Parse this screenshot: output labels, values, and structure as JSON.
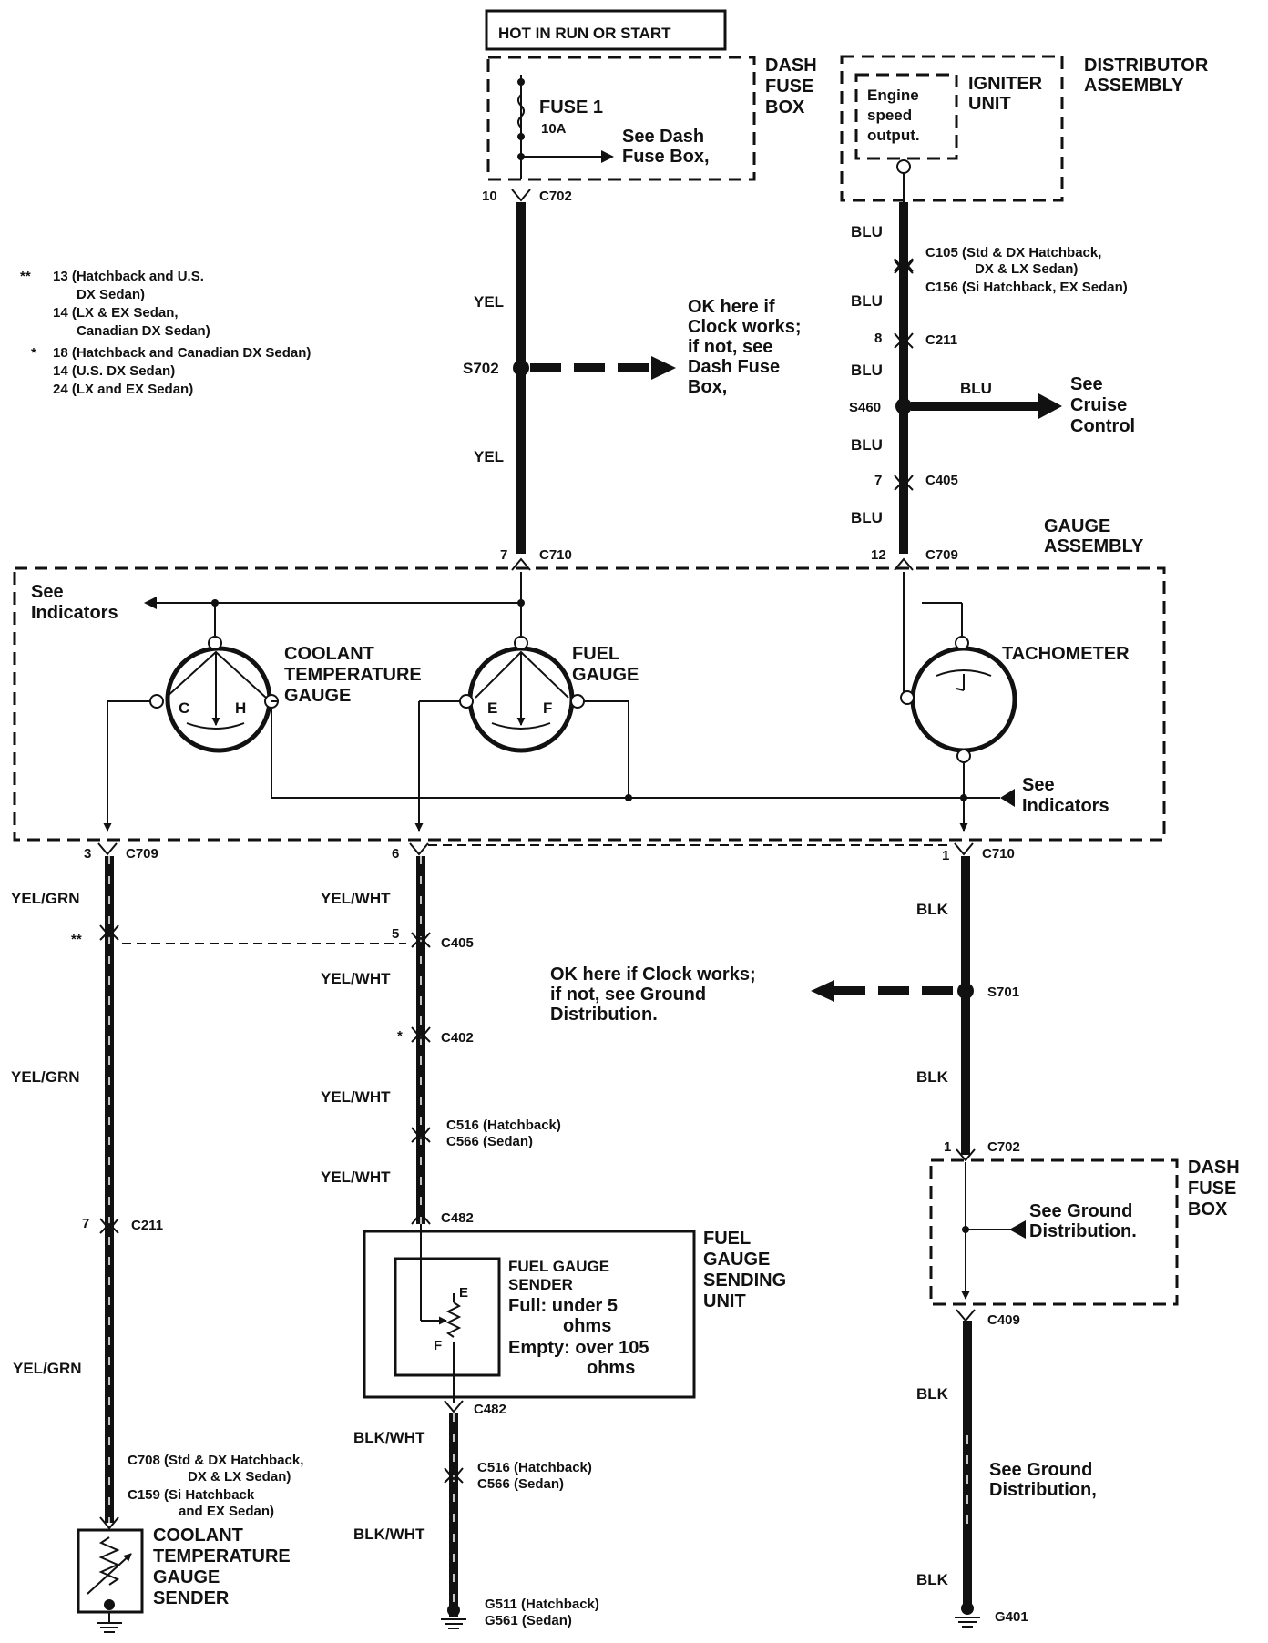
{
  "power": {
    "source": "HOT IN RUN OR START",
    "dash_fuse_box": "DASH FUSE BOX",
    "fuse_name": "FUSE 1",
    "fuse_rating": "10A",
    "see_dash_fuse_box": "See Dash Fuse Box,"
  },
  "distributor": {
    "title": "DISTRIBUTOR ASSEMBLY",
    "igniter": "IGNITER UNIT",
    "engine_speed_output": "Engine speed output."
  },
  "notes": {
    "dstar_mark": "**",
    "dstar_1": "13 (Hatchback and U.S.",
    "dstar_2": "DX Sedan)",
    "dstar_3": "14 (LX & EX Sedan,",
    "dstar_4": "Canadian DX Sedan)",
    "star_mark": "*",
    "star_1": "18 (Hatchback and Canadian DX Sedan)",
    "star_2": "14 (U.S. DX Sedan)",
    "star_3": "24 (LX and EX Sedan)"
  },
  "yel_branch": {
    "pin_c702": "10",
    "c702": "C702",
    "wire_yel_1": "YEL",
    "splice": "S702",
    "ok_note": "OK here if Clock works; if not, see Dash Fuse Box,",
    "wire_yel_2": "YEL",
    "pin_c710": "7",
    "c710": "C710"
  },
  "blu_branch": {
    "wire_1": "BLU",
    "c105": "C105 (Std & DX Hatchback, DX & LX Sedan)",
    "c156": "C156 (Si Hatchback, EX Sedan)",
    "wire_2": "BLU",
    "pin_c211": "8",
    "c211": "C211",
    "wire_3": "BLU",
    "splice": "S460",
    "cruise_wire": "BLU",
    "see_cruise": "See Cruise Control",
    "wire_4": "BLU",
    "pin_c405": "7",
    "c405": "C405",
    "wire_5": "BLU",
    "pin_c709": "12",
    "c709": "C709"
  },
  "gauge_assembly": {
    "title": "GAUGE ASSEMBLY",
    "see_indicators_left": "See Indicators",
    "see_indicators_right": "See Indicators",
    "coolant_label": "COOLANT TEMPERATURE GAUGE",
    "coolant_c": "C",
    "coolant_h": "H",
    "fuel_label": "FUEL GAUGE",
    "fuel_e": "E",
    "fuel_f": "F",
    "tach_label": "TACHOMETER"
  },
  "coolant_circuit": {
    "pin_c709": "3",
    "c709": "C709",
    "wire_1": "YEL/GRN",
    "dstar_mark": "**",
    "wire_2": "YEL/GRN",
    "pin_c211": "7",
    "c211": "C211",
    "wire_3": "YEL/GRN",
    "c708": "C708 (Std & DX Hatchback, DX & LX Sedan)",
    "c159": "C159 (Si Hatchback and EX Sedan)",
    "sender": "COOLANT TEMPERATURE GAUGE SENDER"
  },
  "fuel_circuit": {
    "pin_c709": "6",
    "wire_1": "YEL/WHT",
    "pin_c405": "5",
    "c405": "C405",
    "wire_2": "YEL/WHT",
    "star_mark": "*",
    "c402": "C402",
    "wire_3": "YEL/WHT",
    "c516": "C516 (Hatchback)",
    "c566": "C566 (Sedan)",
    "wire_4": "YEL/WHT",
    "c482_top": "C482",
    "sending_unit": "FUEL GAUGE SENDING UNIT",
    "sender_title": "FUEL GAUGE SENDER",
    "full": "Full: under 5 ohms",
    "empty": "Empty: over 105 ohms",
    "res_e": "E",
    "res_f": "F",
    "c482_bottom": "C482",
    "wire_5": "BLK/WHT",
    "c516_b": "C516 (Hatchback)",
    "c566_b": "C566 (Sedan)",
    "wire_6": "BLK/WHT",
    "g511": "G511 (Hatchback)",
    "g561": "G561 (Sedan)"
  },
  "ground_circuit": {
    "pin_c710": "1",
    "c710": "C710",
    "wire_1": "BLK",
    "splice": "S701",
    "ok_note": "OK here if Clock works; if not, see Ground Distribution.",
    "wire_2": "BLK",
    "pin_c702": "1",
    "c702": "C702",
    "dash_fuse_box": "DASH FUSE BOX",
    "see_ground_1": "See Ground Distribution.",
    "c409": "C409",
    "wire_3": "BLK",
    "see_ground_2": "See Ground Distribution,",
    "wire_4": "BLK",
    "g401": "G401"
  }
}
